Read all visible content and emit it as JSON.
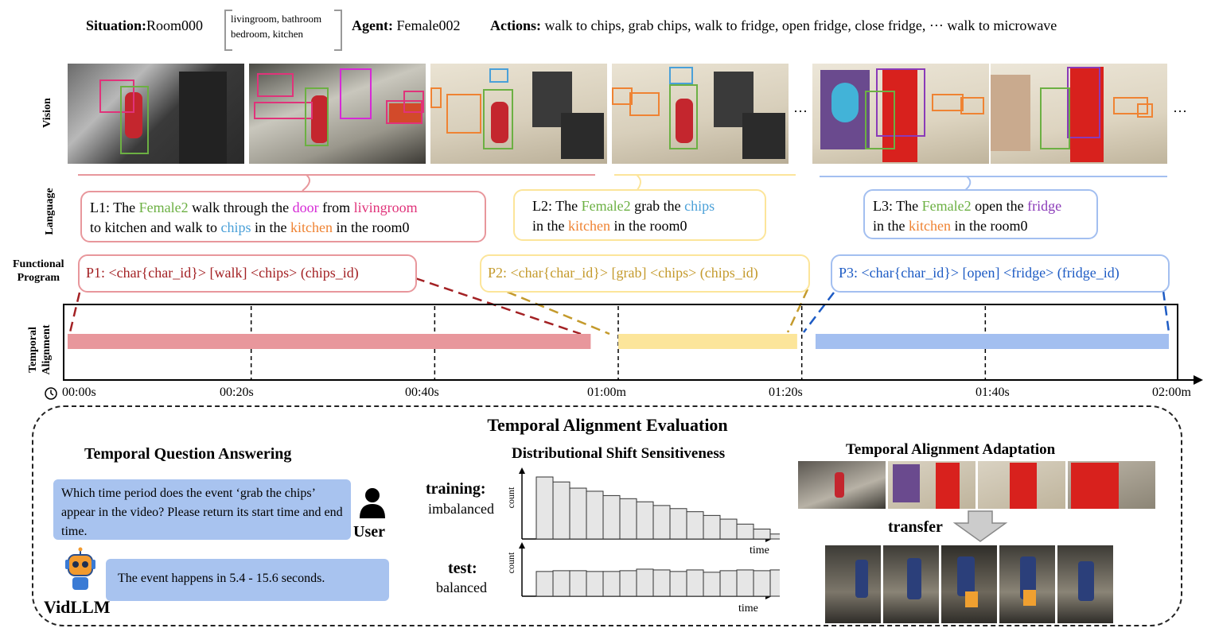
{
  "header": {
    "situation_label": "Situation:",
    "situation_value": "Room000",
    "rooms_line1": "livingroom, bathroom",
    "rooms_line2": "bedroom, kitchen",
    "agent_label": "Agent:",
    "agent_value": "Female002",
    "actions_label": "Actions:",
    "actions_value": "walk to chips, grab chips, walk to fridge,  open fridge, close fridge, ··· walk to microwave"
  },
  "row_labels": {
    "vision": "Vision",
    "language": "Language",
    "program_line1": "Functional",
    "program_line2": "Program",
    "temporal_line1": "Temporal",
    "temporal_line2": "Alignment"
  },
  "vision": {
    "ellipsis1": "···",
    "ellipsis2": "···"
  },
  "language": {
    "l1": {
      "t1": "L1:  The ",
      "agent": "Female2",
      "t2": " walk through the ",
      "door": "door",
      "t3": " from ",
      "room": "livingroom",
      "line2a": "to kitchen and walk to ",
      "chips": "chips",
      "line2b": " in the ",
      "kitchen": "kitchen",
      "line2c": " in the room0"
    },
    "l2": {
      "t1": "L2: The ",
      "agent": "Female2",
      "t2": " grab the ",
      "chips": "chips",
      "line2a": "in the ",
      "kitchen": "kitchen",
      "line2b": " in the room0"
    },
    "l3": {
      "t1": "L3: The ",
      "agent": "Female2",
      "t2": " open the ",
      "fridge": "fridge",
      "line2a": "in the ",
      "kitchen": "kitchen",
      "line2b": " in the room0"
    }
  },
  "programs": {
    "p1": "P1: <char{char_id}> [walk] <chips> (chips_id)",
    "p2": "P2: <char{char_id}> [grab] <chips> (chips_id)",
    "p3": "P3: <char{char_id}> [open] <fridge> (fridge_id)"
  },
  "timeline": {
    "ticks": [
      "00:00s",
      "00:20s",
      "00:40s",
      "01:00m",
      "01:20s",
      "01:40s",
      "02:00m"
    ],
    "segments": [
      {
        "start": 0,
        "end": 57,
        "color": "#e8979c"
      },
      {
        "start": 60,
        "end": 79.5,
        "color": "#fce59a"
      },
      {
        "start": 81.5,
        "end": 120,
        "color": "#a3bff0"
      }
    ]
  },
  "evaluation": {
    "title": "Temporal Alignment Evaluation",
    "tqa": {
      "title": "Temporal Question Answering",
      "question": "Which time period does the event ‘grab the chips’ appear in the video? Please return its start time and end time.",
      "user_label": "User",
      "answer": "The event happens in 5.4 - 15.6 seconds.",
      "model_label": "VidLLM"
    },
    "dss": {
      "title": "Distributional Shift Sensitiveness",
      "training_label": "training:",
      "training_sub": "imbalanced",
      "test_label": "test:",
      "test_sub": "balanced",
      "ylabel": "count",
      "xlabel": "time"
    },
    "taa": {
      "title": "Temporal Alignment Adaptation",
      "transfer_label": "transfer"
    }
  },
  "chart_data": [
    {
      "type": "bar",
      "ylabel": "count",
      "xlabel": "time",
      "values": [
        10,
        9.2,
        8.2,
        7.7,
        7.0,
        6.5,
        6.0,
        5.4,
        4.9,
        4.4,
        3.8,
        3.2,
        2.4,
        1.6,
        0.8
      ]
    },
    {
      "type": "bar",
      "ylabel": "count",
      "xlabel": "time",
      "values": [
        6.4,
        6.6,
        6.6,
        6.4,
        6.4,
        6.6,
        7.0,
        6.8,
        6.4,
        6.8,
        6.2,
        6.6,
        6.8,
        6.6,
        6.8
      ]
    }
  ]
}
